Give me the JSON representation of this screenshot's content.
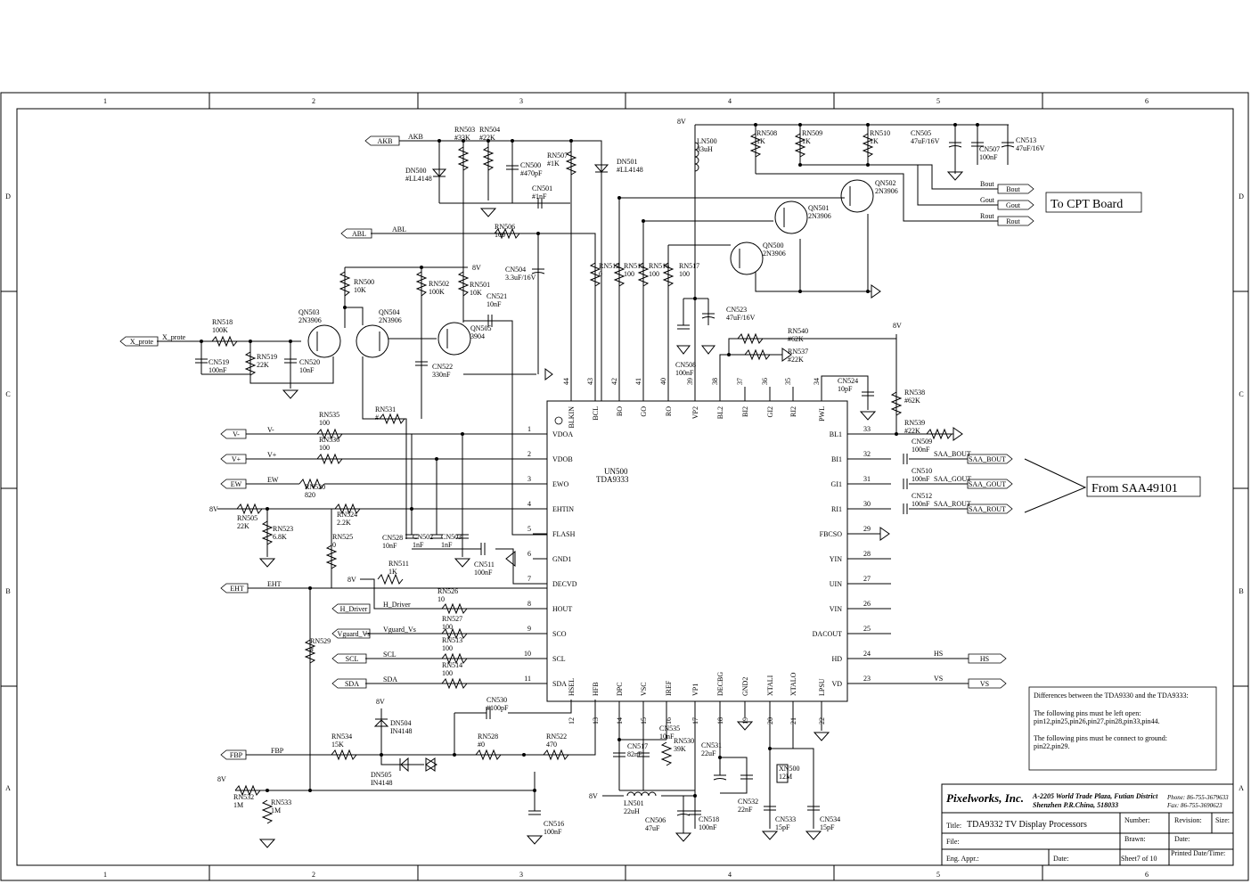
{
  "border": {
    "columns": [
      "1",
      "2",
      "3",
      "4",
      "5",
      "6"
    ],
    "rows": [
      "D",
      "C",
      "B",
      "A"
    ]
  },
  "ic": {
    "ref": "UN500",
    "part": "TDA9333",
    "left_pins": [
      {
        "num": "1",
        "name": "VDOA"
      },
      {
        "num": "2",
        "name": "VDOB"
      },
      {
        "num": "3",
        "name": "EWO"
      },
      {
        "num": "4",
        "name": "EHTIN"
      },
      {
        "num": "5",
        "name": "FLASH"
      },
      {
        "num": "6",
        "name": "GND1"
      },
      {
        "num": "7",
        "name": "DECVD"
      },
      {
        "num": "8",
        "name": "HOUT"
      },
      {
        "num": "9",
        "name": "SCO"
      },
      {
        "num": "10",
        "name": "SCL"
      },
      {
        "num": "11",
        "name": "SDA"
      }
    ],
    "bottom_pins": [
      {
        "num": "12",
        "name": "HSEL"
      },
      {
        "num": "13",
        "name": "HFB"
      },
      {
        "num": "14",
        "name": "DPC"
      },
      {
        "num": "15",
        "name": "VSC"
      },
      {
        "num": "16",
        "name": "IREF"
      },
      {
        "num": "17",
        "name": "VP1"
      },
      {
        "num": "18",
        "name": "DECBG"
      },
      {
        "num": "19",
        "name": "GND2"
      },
      {
        "num": "20",
        "name": "XTALI"
      },
      {
        "num": "21",
        "name": "XTALO"
      },
      {
        "num": "22",
        "name": "LPSU"
      }
    ],
    "right_pins": [
      {
        "num": "33",
        "name": "BL1"
      },
      {
        "num": "32",
        "name": "BI1"
      },
      {
        "num": "31",
        "name": "GI1"
      },
      {
        "num": "30",
        "name": "RI1"
      },
      {
        "num": "29",
        "name": "FBCSO"
      },
      {
        "num": "28",
        "name": "YIN"
      },
      {
        "num": "27",
        "name": "UIN"
      },
      {
        "num": "26",
        "name": "VIN"
      },
      {
        "num": "25",
        "name": "DACOUT"
      },
      {
        "num": "24",
        "name": "HD"
      },
      {
        "num": "23",
        "name": "VD"
      }
    ],
    "top_pins": [
      {
        "num": "44",
        "name": "BLKIN"
      },
      {
        "num": "43",
        "name": "BCL"
      },
      {
        "num": "42",
        "name": "BO"
      },
      {
        "num": "41",
        "name": "GO"
      },
      {
        "num": "40",
        "name": "RO"
      },
      {
        "num": "39",
        "name": "VP2"
      },
      {
        "num": "38",
        "name": "BL2"
      },
      {
        "num": "37",
        "name": "BI2"
      },
      {
        "num": "36",
        "name": "GI2"
      },
      {
        "num": "35",
        "name": "RI2"
      },
      {
        "num": "34",
        "name": "PWL"
      }
    ]
  },
  "ports_left": [
    {
      "box": "AKB",
      "net": "AKB"
    },
    {
      "box": "ABL",
      "net": "ABL"
    },
    {
      "box": "X_prote",
      "net": "X_prote"
    },
    {
      "box": "V-",
      "net": "V-"
    },
    {
      "box": "V+",
      "net": "V+"
    },
    {
      "box": "EW",
      "net": "EW"
    },
    {
      "box": "EHT",
      "net": "EHT"
    },
    {
      "box": "H_Driver",
      "net": "H_Driver"
    },
    {
      "box": "Vguard_Vs",
      "net": "Vguard_Vs"
    },
    {
      "box": "SCL",
      "net": "SCL"
    },
    {
      "box": "SDA",
      "net": "SDA"
    },
    {
      "box": "FBP",
      "net": "FBP"
    }
  ],
  "ports_right": [
    {
      "box": "Bout",
      "net": "Bout"
    },
    {
      "box": "Gout",
      "net": "Gout"
    },
    {
      "box": "Rout",
      "net": "Rout"
    },
    {
      "box": "SAA_BOUT",
      "net": "SAA_BOUT"
    },
    {
      "box": "SAA_GOUT",
      "net": "SAA_GOUT"
    },
    {
      "box": "SAA_ROUT",
      "net": "SAA_ROUT"
    },
    {
      "box": "HS",
      "net": "HS"
    },
    {
      "box": "VS",
      "net": "VS"
    }
  ],
  "power_labels": {
    "v8": "8V"
  },
  "components": [
    {
      "ref": "RN503",
      "val": "#33K"
    },
    {
      "ref": "RN504",
      "val": "#22K"
    },
    {
      "ref": "CN500",
      "val": "#470pF"
    },
    {
      "ref": "CN501",
      "val": "#1nF"
    },
    {
      "ref": "RN507",
      "val": "#1K"
    },
    {
      "ref": "DN501",
      "val": "#LL4148"
    },
    {
      "ref": "DN500",
      "val": "#LL4148"
    },
    {
      "ref": "RN506",
      "val": "100"
    },
    {
      "ref": "CN504",
      "val": "3.3uF/16V"
    },
    {
      "ref": "RN500",
      "val": "10K"
    },
    {
      "ref": "RN502",
      "val": "100K"
    },
    {
      "ref": "RN501",
      "val": "10K"
    },
    {
      "ref": "CN521",
      "val": "10nF"
    },
    {
      "ref": "QN503",
      "val": "2N3906"
    },
    {
      "ref": "QN504",
      "val": "2N3906"
    },
    {
      "ref": "QN505",
      "val": "3904"
    },
    {
      "ref": "RN518",
      "val": "100K"
    },
    {
      "ref": "RN519",
      "val": "22K"
    },
    {
      "ref": "CN519",
      "val": "100nF"
    },
    {
      "ref": "CN520",
      "val": "10nF"
    },
    {
      "ref": "CN522",
      "val": "330nF"
    },
    {
      "ref": "LN500",
      "val": "33uH"
    },
    {
      "ref": "RN508",
      "val": "1K"
    },
    {
      "ref": "RN509",
      "val": "1K"
    },
    {
      "ref": "RN510",
      "val": "1K"
    },
    {
      "ref": "CN505",
      "val": "47uF/16V"
    },
    {
      "ref": "CN507",
      "val": "100nF"
    },
    {
      "ref": "CN513",
      "val": "47uF/16V"
    },
    {
      "ref": "QN502",
      "val": "2N3906"
    },
    {
      "ref": "QN501",
      "val": "2N3906"
    },
    {
      "ref": "QN500",
      "val": "2N3906"
    },
    {
      "ref": "RN512",
      "val": "0"
    },
    {
      "ref": "RN515",
      "val": "100"
    },
    {
      "ref": "RN516",
      "val": "100"
    },
    {
      "ref": "RN517",
      "val": "100"
    },
    {
      "ref": "CN523",
      "val": "47uF/16V"
    },
    {
      "ref": "CN508",
      "val": "100nF"
    },
    {
      "ref": "RN540",
      "val": "#62K"
    },
    {
      "ref": "RN537",
      "val": "#22K"
    },
    {
      "ref": "CN524",
      "val": "10pF"
    },
    {
      "ref": "RN538",
      "val": "#62K"
    },
    {
      "ref": "RN539",
      "val": "#22K"
    },
    {
      "ref": "CN509",
      "val": "100nF"
    },
    {
      "ref": "CN510",
      "val": "100nF"
    },
    {
      "ref": "CN512",
      "val": "100nF"
    },
    {
      "ref": "RN531",
      "val": "#"
    },
    {
      "ref": "RN535",
      "val": "100"
    },
    {
      "ref": "RN536",
      "val": "100"
    },
    {
      "ref": "RN520",
      "val": "820"
    },
    {
      "ref": "RN505",
      "val": "22K"
    },
    {
      "ref": "RN523",
      "val": "6.8K"
    },
    {
      "ref": "RN524",
      "val": "2.2K"
    },
    {
      "ref": "RN525",
      "val": "0"
    },
    {
      "ref": "CN528",
      "val": "10nF"
    },
    {
      "ref": "CN502",
      "val": "1nF"
    },
    {
      "ref": "CN503",
      "val": "1nF"
    },
    {
      "ref": "CN511",
      "val": "100nF"
    },
    {
      "ref": "RN511",
      "val": "1K"
    },
    {
      "ref": "RN526",
      "val": "10"
    },
    {
      "ref": "RN527",
      "val": "100"
    },
    {
      "ref": "RN513",
      "val": "100"
    },
    {
      "ref": "RN514",
      "val": "100"
    },
    {
      "ref": "RN529",
      "val": "#"
    },
    {
      "ref": "DN504",
      "val": "IN4148"
    },
    {
      "ref": "CN530",
      "val": "#100pF"
    },
    {
      "ref": "RN534",
      "val": "15K"
    },
    {
      "ref": "RN528",
      "val": "#0"
    },
    {
      "ref": "RN522",
      "val": "470"
    },
    {
      "ref": "DN505",
      "val": "IN4148"
    },
    {
      "ref": "RN532",
      "val": "1M"
    },
    {
      "ref": "RN533",
      "val": "1M"
    },
    {
      "ref": "CN516",
      "val": "100nF"
    },
    {
      "ref": "CN517",
      "val": "82nF"
    },
    {
      "ref": "CN535",
      "val": "10nF"
    },
    {
      "ref": "RN530",
      "val": "39K"
    },
    {
      "ref": "CN531",
      "val": "22uF"
    },
    {
      "ref": "CN532",
      "val": "22nF"
    },
    {
      "ref": "XN500",
      "val": "12M"
    },
    {
      "ref": "CN533",
      "val": "15pF"
    },
    {
      "ref": "CN534",
      "val": "15pF"
    },
    {
      "ref": "LN501",
      "val": "22uH"
    },
    {
      "ref": "CN506",
      "val": "47uF"
    },
    {
      "ref": "CN518",
      "val": "100nF"
    }
  ],
  "notes": {
    "to_board": "To CPT Board",
    "from_chip": "From SAA49101",
    "diff_title": "Differences between the TDA9330 and the TDA9333:",
    "diff_open_1": "The following pins must be left open:",
    "diff_open_2": "pin12,pin25,pin26,pin27,pin28,pin33,pin44.",
    "diff_gnd_1": "The following pins must be connect to ground:",
    "diff_gnd_2": "pin22,pin29."
  },
  "title_block": {
    "company": "Pixelworks, Inc.",
    "address_1": "A-2205 World Trade Plaza, Futian District",
    "address_2": "Shenzhen P.R.China, 518033",
    "phone": "Phone: 86-755-3679633",
    "fax": "Fax: 86-755-3690623",
    "title_label": "Title:",
    "title": "TDA9332 TV Display Processors",
    "number_label": "Number:",
    "revision_label": "Revision:",
    "size_label": "Size:",
    "brawn_label": "Brawn:",
    "date_label": "Date:",
    "file_label": "File:",
    "eng_label": "Eng. Appr.:",
    "date2_label": "Date:",
    "sheet": "Sheet7  of   10",
    "printed_label": "Printed Date/Time:"
  }
}
